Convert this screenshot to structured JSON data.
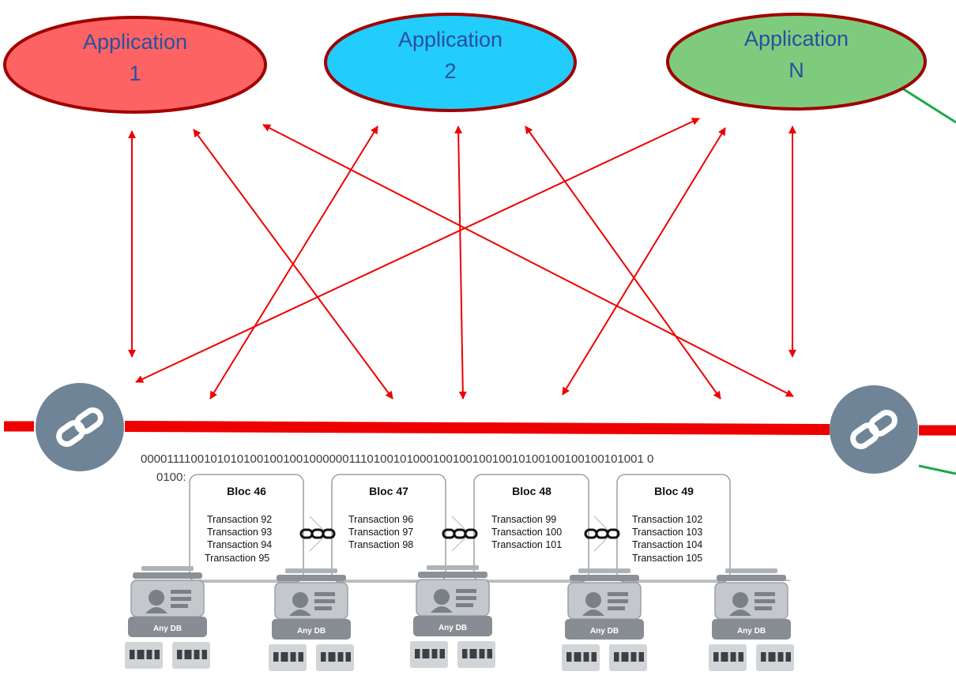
{
  "applications": [
    {
      "line1": "Application",
      "line2": "1",
      "fill": "#fe6363"
    },
    {
      "line1": "Application",
      "line2": "2",
      "fill": "#22ccfb"
    },
    {
      "line1": "Application",
      "line2": "N",
      "fill": "#7ecb7e"
    }
  ],
  "colors": {
    "ellipse_border": "#a00000",
    "arrow": "#ee0000",
    "ledger_line": "#ee0000",
    "connector_line": "#1aaa4a",
    "link_node": "#6f8496",
    "label_text": "#2a4f9e"
  },
  "binary": {
    "line1": "00001111001010101001001001000000111010010100010010010010010100100100100101001 0",
    "line2": "0100:"
  },
  "blocks": [
    {
      "title": "Bloc 46",
      "transactions": [
        "Transaction 92",
        "Transaction 93",
        "Transaction 94",
        "Transaction  95"
      ]
    },
    {
      "title": "Bloc 47",
      "transactions": [
        "Transaction 96",
        "Transaction 97",
        "Transaction 98"
      ]
    },
    {
      "title": "Bloc 48",
      "transactions": [
        "Transaction 99",
        "Transaction 100",
        "Transaction 101"
      ]
    },
    {
      "title": "Bloc 49",
      "transactions": [
        "Transaction 102",
        "Transaction 103",
        "Transaction 104",
        "Transaction 105"
      ]
    }
  ],
  "databases": [
    {
      "label": "Any DB"
    },
    {
      "label": "Any DB"
    },
    {
      "label": "Any DB"
    },
    {
      "label": "Any DB"
    },
    {
      "label": "Any DB"
    }
  ],
  "icons": {
    "link_node": "chain-link-icon",
    "block_connector": "chain-icon",
    "database": "locked-database-icon"
  }
}
